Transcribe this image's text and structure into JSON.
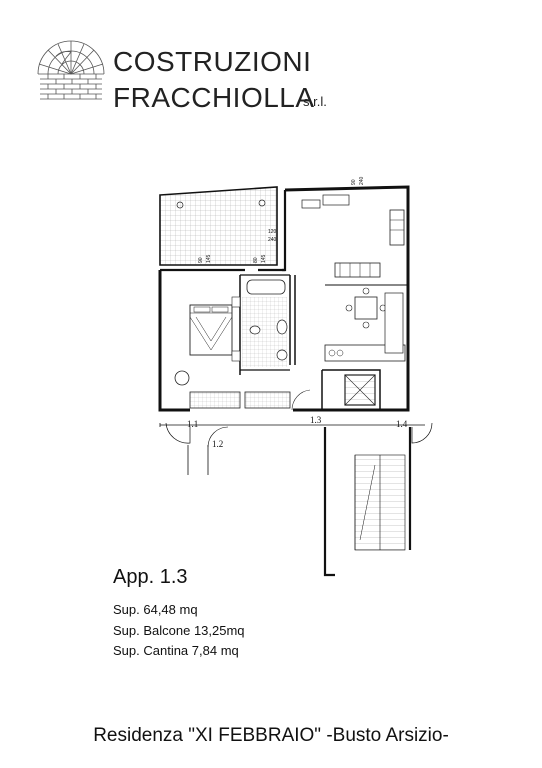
{
  "header": {
    "brand_line1": "COSTRUZIONI",
    "brand_line2": "FRACCHIOLLA",
    "brand_suffix": "s.r.l.",
    "logo_icon": "spiral-staircase-logo-icon"
  },
  "plan": {
    "labels": {
      "l11": "1.1",
      "l12": "1.2",
      "l13": "1.3",
      "l14": "1.4"
    },
    "dimensions": {
      "d1": "120",
      "d2": "240",
      "d3": "90",
      "d4": "145",
      "d5": "80",
      "d6": "145",
      "d7": "90",
      "d8": "240"
    }
  },
  "info": {
    "title": "App. 1.3",
    "sup_main": "Sup. 64,48 mq",
    "sup_balcone": "Sup. Balcone 13,25mq",
    "sup_cantina": "Sup. Cantina 7,84 mq"
  },
  "footer": {
    "text": "Residenza \"XI FEBBRAIO\" -Busto Arsizio-"
  }
}
